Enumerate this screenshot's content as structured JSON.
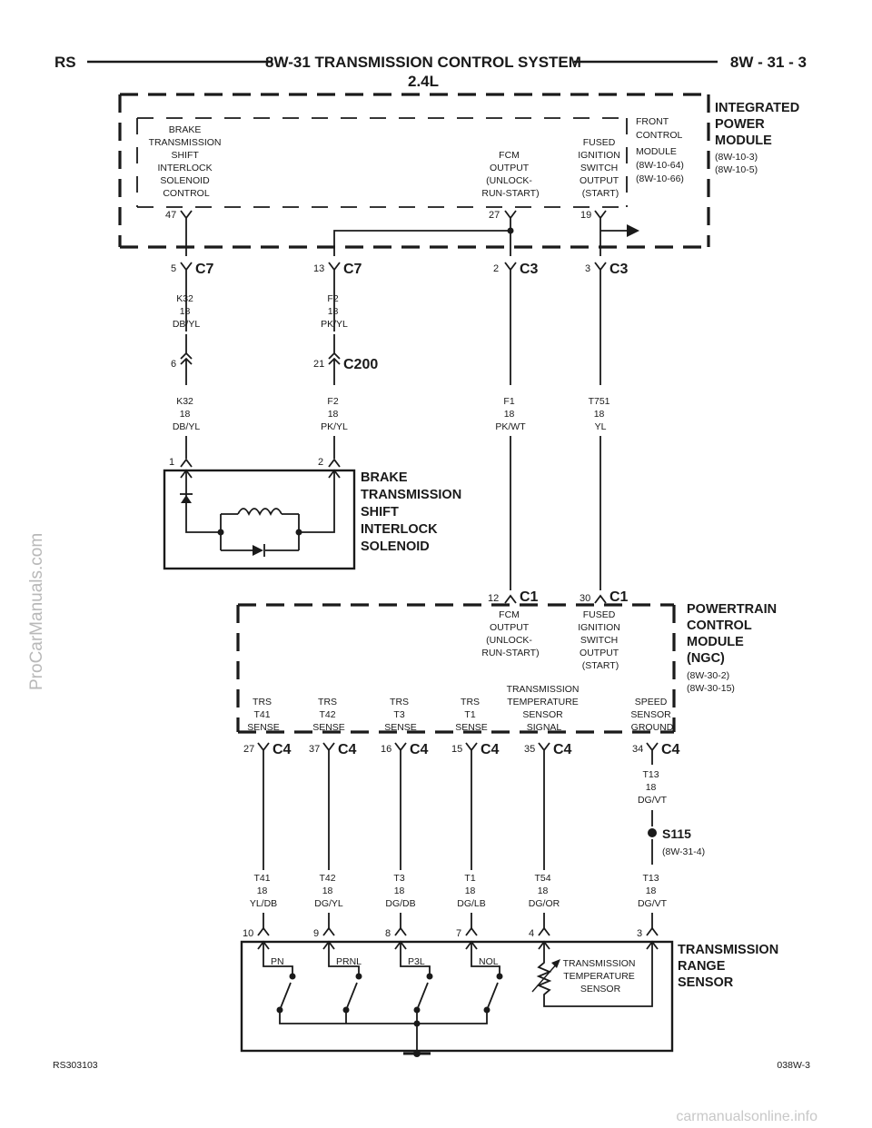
{
  "header": {
    "left": "RS",
    "title_line1": "8W-31 TRANSMISSION CONTROL SYSTEM",
    "title_line2": "2.4L",
    "right": "8W - 31 - 3"
  },
  "footer": {
    "left": "RS303103",
    "right": "038W-3"
  },
  "watermarks": {
    "side": "ProCarManuals.com",
    "bottom": "carmanualsonline.info"
  },
  "ipm": {
    "title": [
      "INTEGRATED",
      "POWER",
      "MODULE"
    ],
    "refs": [
      "(8W-10-3)",
      "(8W-10-5)"
    ],
    "fcm_label": [
      "FRONT",
      "CONTROL",
      "MODULE",
      "(8W-10-64)",
      "(8W-10-66)"
    ],
    "circuits": [
      {
        "lines": [
          "BRAKE",
          "TRANSMISSION",
          "SHIFT",
          "INTERLOCK",
          "SOLENOID",
          "CONTROL"
        ],
        "pin": "47"
      },
      {
        "lines": [
          "FCM",
          "OUTPUT",
          "(UNLOCK-",
          "RUN-START)"
        ],
        "pin": "27"
      },
      {
        "lines": [
          "FUSED",
          "IGNITION",
          "SWITCH",
          "OUTPUT",
          "(START)"
        ],
        "pin": "19"
      }
    ]
  },
  "connectors_top": [
    {
      "pin": "5",
      "name": "C7"
    },
    {
      "pin": "13",
      "name": "C7"
    },
    {
      "pin": "2",
      "name": "C3"
    },
    {
      "pin": "3",
      "name": "C3"
    }
  ],
  "wires_upper": [
    {
      "circuit": "K32",
      "gauge": "18",
      "color": "DB/YL"
    },
    {
      "circuit": "F2",
      "gauge": "18",
      "color": "PK/YL"
    }
  ],
  "inline_connectors": [
    {
      "pin": "6",
      "name": ""
    },
    {
      "pin": "21",
      "name": "C200"
    }
  ],
  "wires_lower": [
    {
      "circuit": "K32",
      "gauge": "18",
      "color": "DB/YL"
    },
    {
      "circuit": "F2",
      "gauge": "18",
      "color": "PK/YL"
    },
    {
      "circuit": "F1",
      "gauge": "18",
      "color": "PK/WT"
    },
    {
      "circuit": "T751",
      "gauge": "18",
      "color": "YL"
    }
  ],
  "solenoid": {
    "pins": [
      "1",
      "2"
    ],
    "title": [
      "BRAKE",
      "TRANSMISSION",
      "SHIFT",
      "INTERLOCK",
      "SOLENOID"
    ]
  },
  "pcm": {
    "title": [
      "POWERTRAIN",
      "CONTROL",
      "MODULE",
      "(NGC)"
    ],
    "refs": [
      "(8W-30-2)",
      "(8W-30-15)"
    ],
    "top_connectors": [
      {
        "pin": "12",
        "name": "C1",
        "lines": [
          "FCM",
          "OUTPUT",
          "(UNLOCK-",
          "RUN-START)"
        ]
      },
      {
        "pin": "30",
        "name": "C1",
        "lines": [
          "FUSED",
          "IGNITION",
          "SWITCH",
          "OUTPUT",
          "(START)"
        ]
      }
    ],
    "bottom_circuits": [
      {
        "lines": [
          "TRS",
          "T41",
          "SENSE"
        ],
        "pin": "27",
        "name": "C4"
      },
      {
        "lines": [
          "TRS",
          "T42",
          "SENSE"
        ],
        "pin": "37",
        "name": "C4"
      },
      {
        "lines": [
          "TRS",
          "T3",
          "SENSE"
        ],
        "pin": "16",
        "name": "C4"
      },
      {
        "lines": [
          "TRS",
          "T1",
          "SENSE"
        ],
        "pin": "15",
        "name": "C4"
      },
      {
        "lines": [
          "TRANSMISSION",
          "TEMPERATURE",
          "SENSOR",
          "SIGNAL"
        ],
        "pin": "35",
        "name": "C4"
      },
      {
        "lines": [
          "SPEED",
          "SENSOR",
          "GROUND"
        ],
        "pin": "34",
        "name": "C4"
      }
    ]
  },
  "ground_wire_upper": {
    "circuit": "T13",
    "gauge": "18",
    "color": "DG/VT"
  },
  "splice": {
    "name": "S115",
    "ref": "(8W-31-4)"
  },
  "trs_wires": [
    {
      "circuit": "T41",
      "gauge": "18",
      "color": "YL/DB",
      "pin": "10"
    },
    {
      "circuit": "T42",
      "gauge": "18",
      "color": "DG/YL",
      "pin": "9"
    },
    {
      "circuit": "T3",
      "gauge": "18",
      "color": "DG/DB",
      "pin": "8"
    },
    {
      "circuit": "T1",
      "gauge": "18",
      "color": "DG/LB",
      "pin": "7"
    },
    {
      "circuit": "T54",
      "gauge": "18",
      "color": "DG/OR",
      "pin": "4"
    },
    {
      "circuit": "T13",
      "gauge": "18",
      "color": "DG/VT",
      "pin": "3"
    }
  ],
  "trs": {
    "title": [
      "TRANSMISSION",
      "RANGE",
      "SENSOR"
    ],
    "switches": [
      "PN",
      "PRNL",
      "P3L",
      "NOL"
    ],
    "temp_sensor": [
      "TRANSMISSION",
      "TEMPERATURE",
      "SENSOR"
    ]
  }
}
